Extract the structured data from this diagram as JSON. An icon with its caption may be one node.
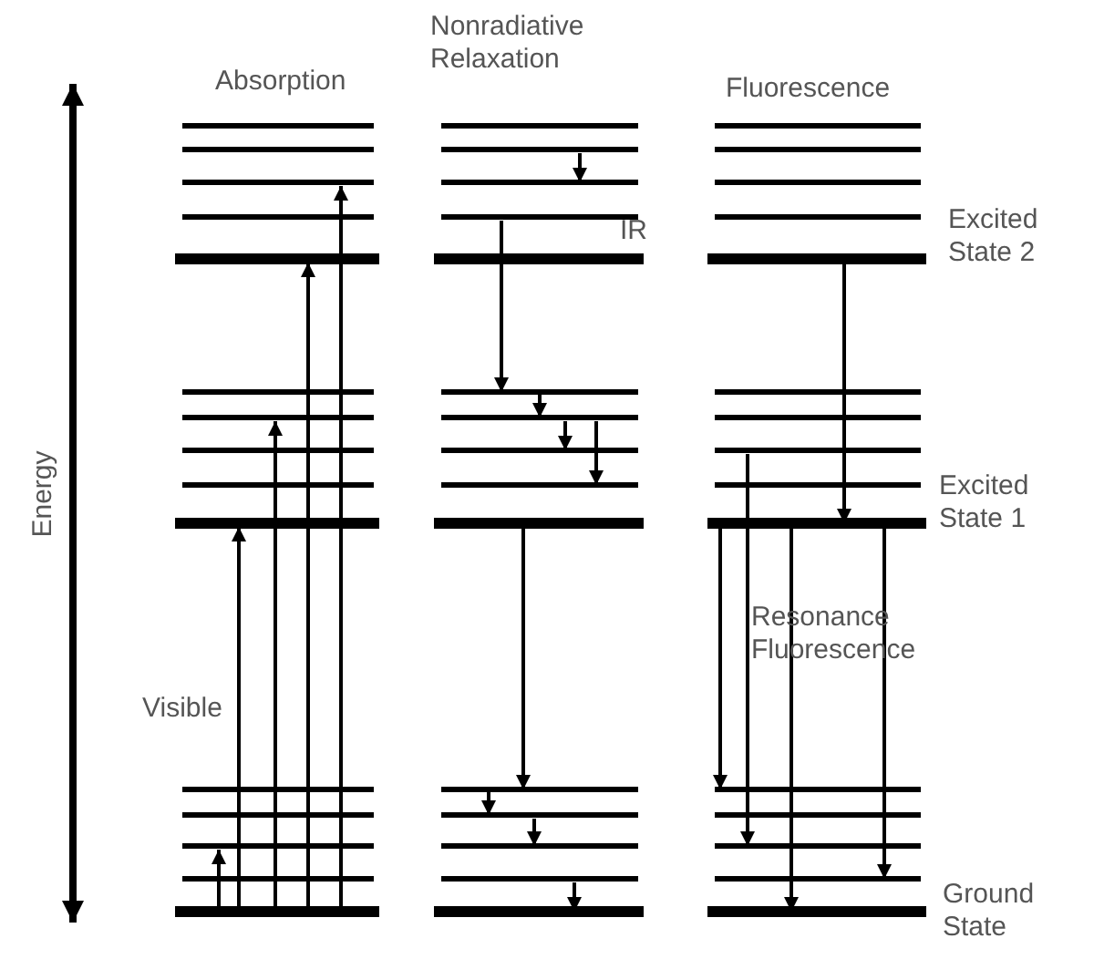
{
  "diagram": {
    "labels": [
      "Nonradiative Relaxation",
      "Absorption",
      "Fluorescence",
      "IR",
      "Excited State 2",
      "Energy",
      "Excited State 1",
      "Resonance Fluorescence",
      "Visible",
      "Ground State"
    ]
  }
}
